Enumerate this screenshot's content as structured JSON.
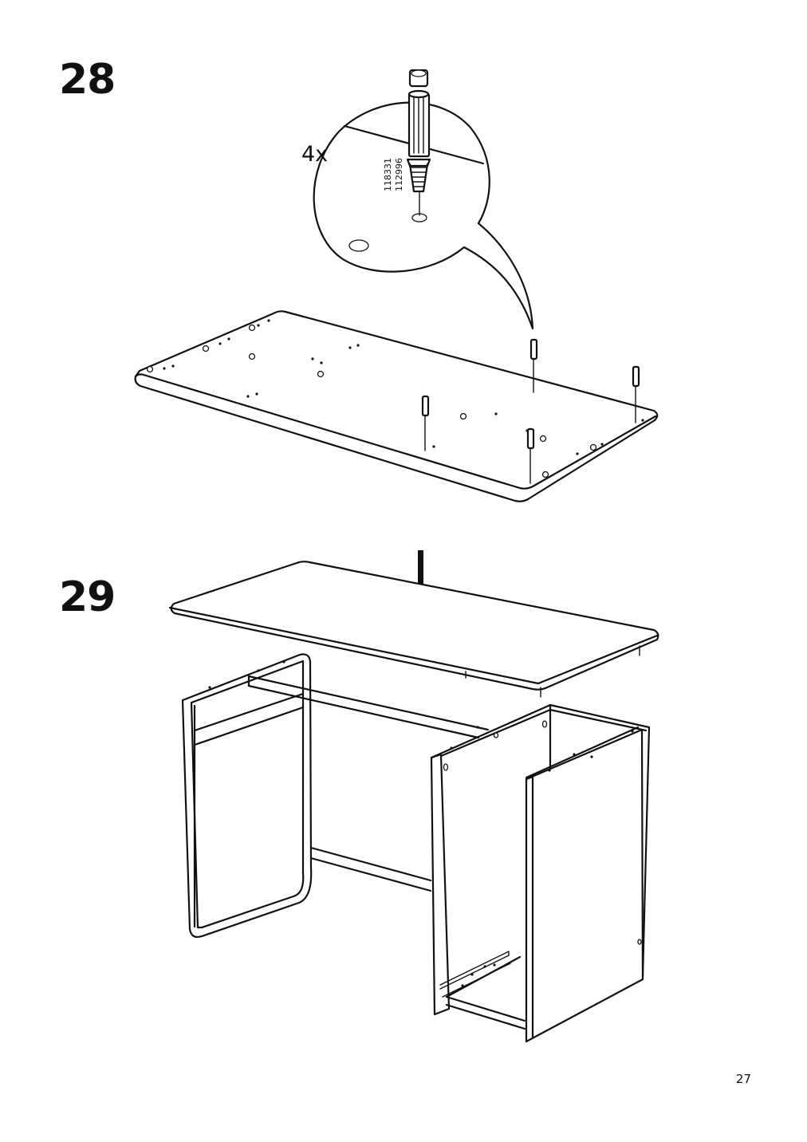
{
  "steps": [
    {
      "number": "28",
      "quantity": "4x",
      "part_numbers": [
        "118331",
        "112996"
      ]
    },
    {
      "number": "29"
    }
  ],
  "page_number": "27"
}
